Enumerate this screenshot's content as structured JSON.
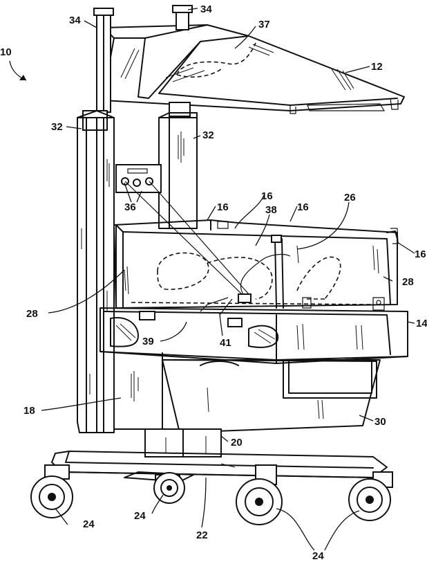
{
  "figure": {
    "ref_labels": {
      "r10": "10",
      "r12": "12",
      "r14": "14",
      "r16a": "16",
      "r16b": "16",
      "r16c": "16",
      "r16d": "16",
      "r18": "18",
      "r20": "20",
      "r22": "22",
      "r24a": "24",
      "r24b": "24",
      "r24c": "24",
      "r26": "26",
      "r28a": "28",
      "r28b": "28",
      "r30": "30",
      "r32a": "32",
      "r32b": "32",
      "r34a": "34",
      "r34b": "34",
      "r36": "36",
      "r37": "37",
      "r38": "38",
      "r39": "39",
      "r41": "41"
    }
  }
}
